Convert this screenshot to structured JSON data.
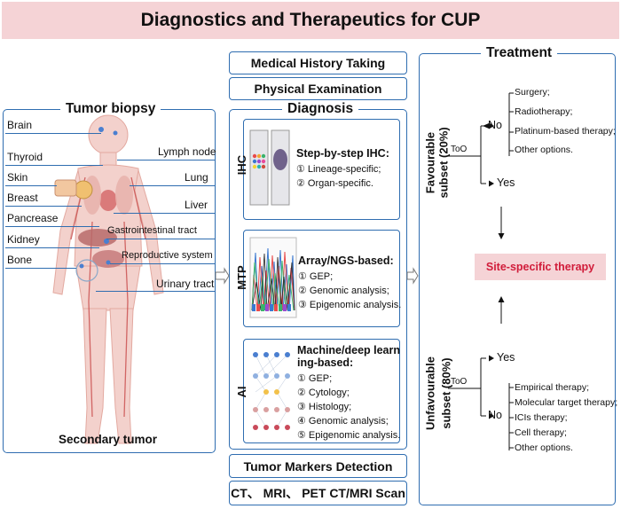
{
  "title": "Diagnostics and Therapeutics for CUP",
  "left_panel": {
    "title": "Tumor biopsy",
    "footer": "Secondary tumor",
    "organs_left": [
      "Brain",
      "Thyroid",
      "Skin",
      "Breast",
      "Pancrease",
      "Kidney",
      "Bone"
    ],
    "organs_right": [
      "Lymph node",
      "Lung",
      "Liver",
      "Gastrointestinal tract",
      "Reproductive system",
      "Urinary tract"
    ]
  },
  "middle": {
    "history": "Medical History Taking",
    "physical": "Physical Examination",
    "diagnosis_title": "Diagnosis",
    "ihc": {
      "tag": "IHC",
      "heading": "Step-by-step IHC:",
      "items": [
        "① Lineage-specific;",
        "② Organ-specific."
      ]
    },
    "mtp": {
      "tag": "MTP",
      "heading": "Array/NGS-based:",
      "items": [
        "① GEP;",
        "② Genomic analysis;",
        "③ Epigenomic analysis."
      ]
    },
    "ai": {
      "tag": "AI",
      "heading_line1": "Machine/deep learn",
      "heading_line2": "ing-based:",
      "items": [
        "① GEP;",
        "② Cytology;",
        "③ Histology;",
        "④ Genomic analysis;",
        "⑤ Epigenomic analysis."
      ]
    },
    "markers": "Tumor Markers Detection",
    "scan": "CT、 MRI、 PET CT/MRI Scan"
  },
  "treatment": {
    "title": "Treatment",
    "favourable": {
      "line1": "Favourable",
      "line2": "subset (20%)"
    },
    "unfavourable": {
      "line1": "Unfavourable",
      "line2": "subset (80%)"
    },
    "too": "ToO",
    "no": "No",
    "yes": "Yes",
    "fav_options": [
      "Surgery;",
      "Radiotherapy;",
      "Platinum-based therapy;",
      "Other options."
    ],
    "unfav_options": [
      "Empirical therapy;",
      "Molecular target therapy;",
      "ICIs therapy;",
      "Cell therapy;",
      "Other options."
    ],
    "site_specific": "Site-specific therapy"
  },
  "colors": {
    "border": "#2f6db0",
    "pink": "#f5d3d6",
    "red_text": "#d11c3a"
  }
}
